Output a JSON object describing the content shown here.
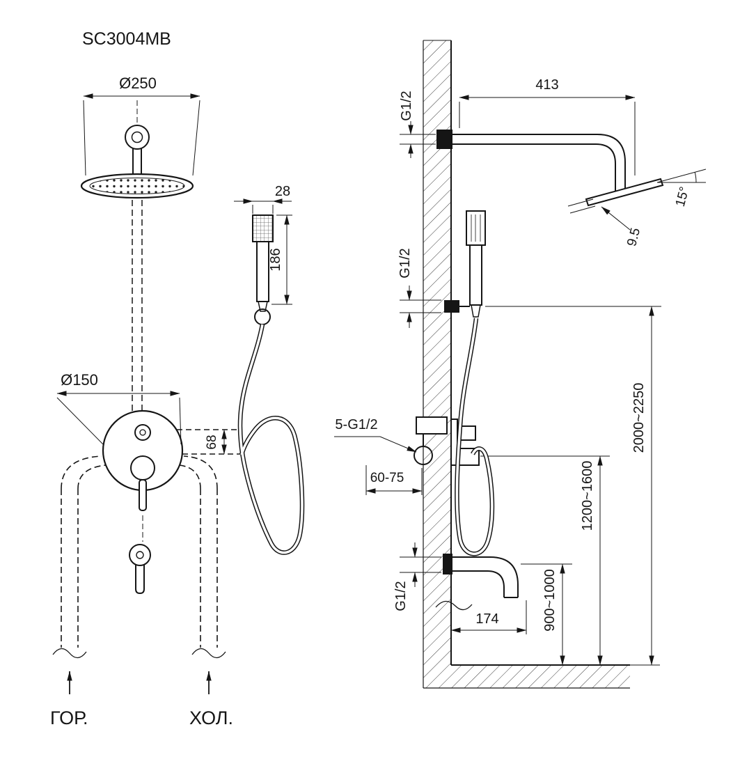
{
  "title": "SC3004MB",
  "front_view": {
    "head_diameter": "Ø250",
    "handshower_width": "28",
    "handshower_length": "186",
    "mixer_diameter": "Ø150",
    "outlet_offset": "68",
    "hot_water_label": "ГОР.",
    "cold_water_label": "ХОЛ."
  },
  "side_view": {
    "arm_thread": "G1/2",
    "arm_length": "413",
    "head_angle": "15°",
    "head_thickness": "9.5",
    "holder_thread": "G1/2",
    "valve_connections": "5-G1/2",
    "valve_depth": "60-75",
    "spout_thread": "G1/2",
    "spout_length": "174",
    "spout_height": "900~1000",
    "valve_height": "1200~1600",
    "total_height": "2000~2250"
  }
}
